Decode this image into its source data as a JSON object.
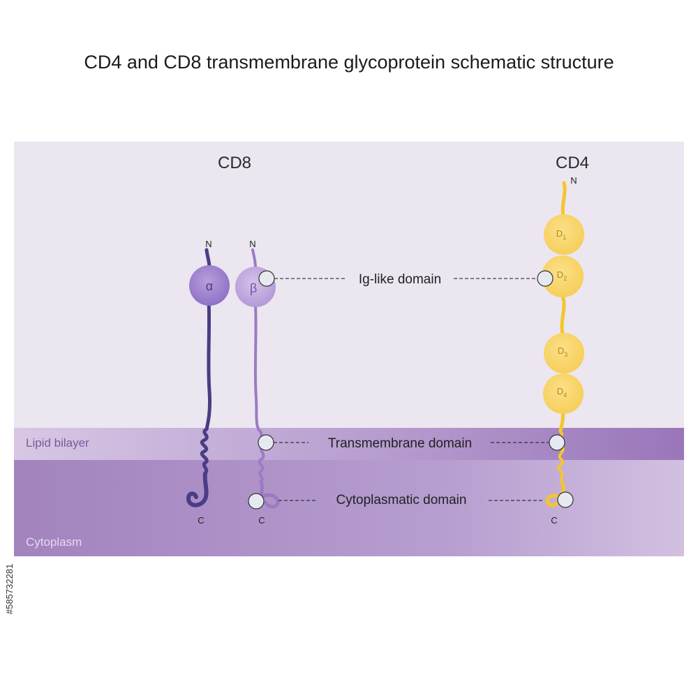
{
  "title": "CD4 and CD8 transmembrane glycoprotein schematic structure",
  "regions": {
    "lipid_bilayer": "Lipid bilayer",
    "cytoplasm": "Cytoplasm"
  },
  "cd8": {
    "label": "CD8",
    "alpha": {
      "symbol": "α",
      "n_term": "N",
      "c_term": "C"
    },
    "beta": {
      "symbol": "β",
      "n_term": "N",
      "c_term": "C"
    }
  },
  "cd4": {
    "label": "CD4",
    "n_term": "N",
    "c_term": "C",
    "domains": [
      {
        "letter": "D",
        "sub": "1"
      },
      {
        "letter": "D",
        "sub": "2"
      },
      {
        "letter": "D",
        "sub": "3"
      },
      {
        "letter": "D",
        "sub": "4"
      }
    ]
  },
  "annotations": {
    "ig_like": "Ig-like domain",
    "transmembrane": "Transmembrane domain",
    "cytoplasmatic": "Cytoplasmatic domain"
  },
  "stock_id": "#585732281",
  "colors": {
    "extracellular_bg": "#ebe6ef",
    "lipid_band": "#9c78b8",
    "cytoplasm": "#a988c3",
    "cd8_alpha": "#4a3d86",
    "cd8_beta": "#9b7bc4",
    "cd4": "#f5c52d",
    "cd4_domain": "#f8d46a"
  }
}
